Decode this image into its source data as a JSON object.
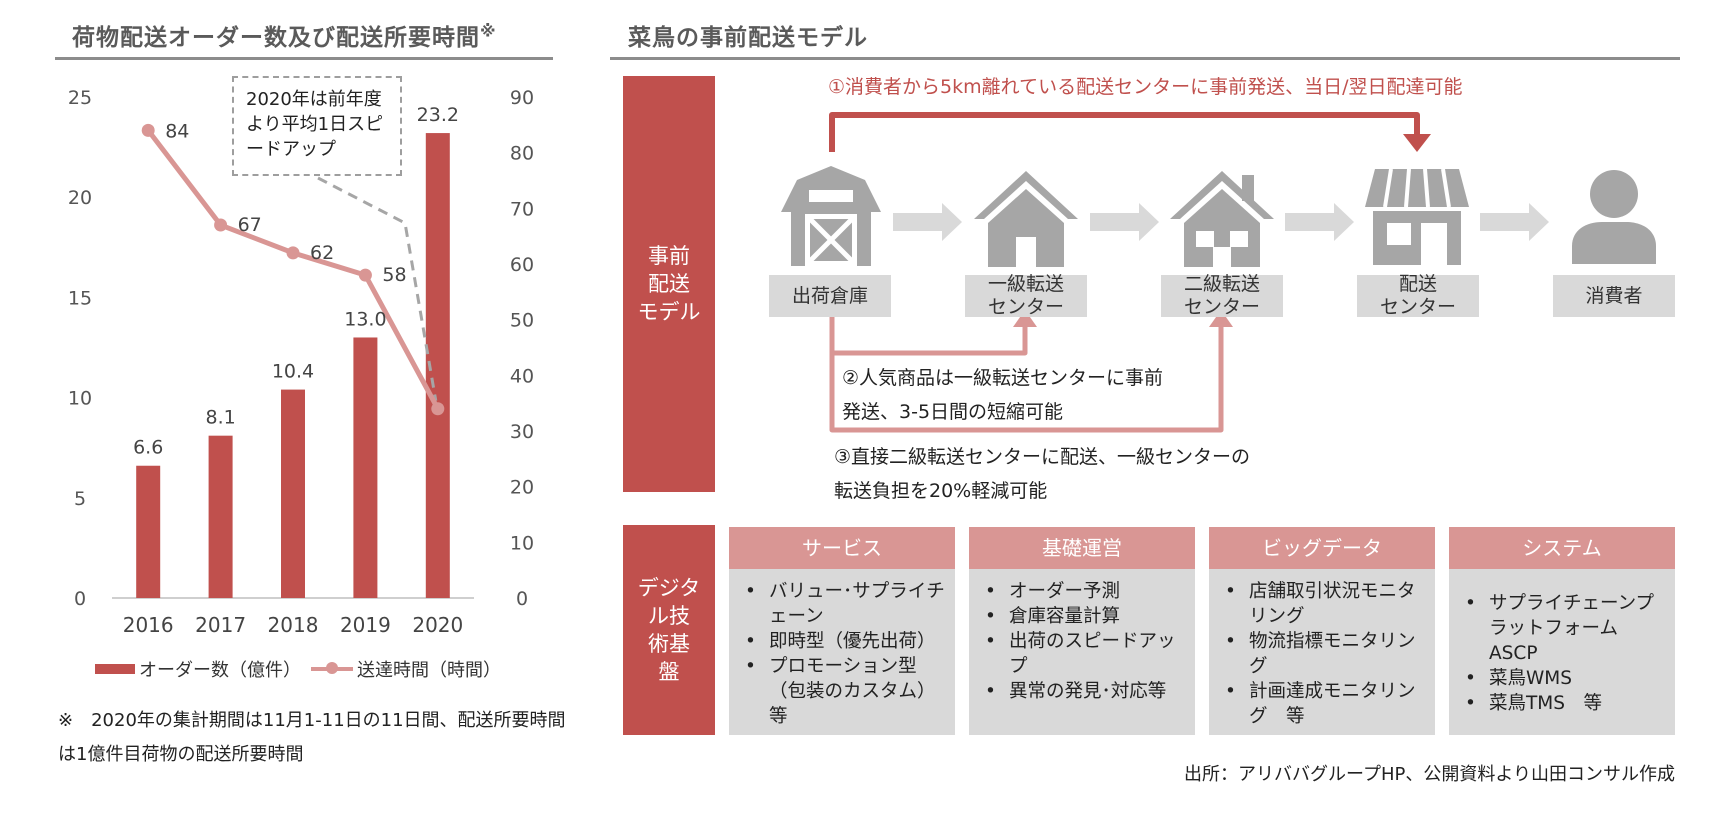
{
  "left_title": "荷物配送オーダー数及び配送所要時間",
  "left_title_mark": "※",
  "right_title": "菜鳥の事前配送モデル",
  "chart_data": {
    "type": "bar+line",
    "categories": [
      "2016",
      "2017",
      "2018",
      "2019",
      "2020"
    ],
    "series": [
      {
        "name": "オーダー数（億件）",
        "type": "bar",
        "axis": "left",
        "values": [
          6.6,
          8.1,
          10.4,
          13.0,
          23.2
        ],
        "labels": [
          "6.6",
          "8.1",
          "10.4",
          "13.0",
          "23.2"
        ],
        "color": "#c0504d"
      },
      {
        "name": "送達時間（時間）",
        "type": "line",
        "axis": "right",
        "values": [
          84,
          67,
          62,
          58,
          34
        ],
        "labels": [
          "84",
          "67",
          "62",
          "58",
          ""
        ],
        "color": "#d99694"
      }
    ],
    "y_left": {
      "range": [
        0,
        25
      ],
      "ticks": [
        "0",
        "5",
        "10",
        "15",
        "20",
        "25"
      ]
    },
    "y_right": {
      "range": [
        0,
        90
      ],
      "ticks": [
        "0",
        "10",
        "20",
        "30",
        "40",
        "50",
        "60",
        "70",
        "80",
        "90"
      ]
    },
    "grid": false,
    "legend": "bottom",
    "annotation": "2020年は前年度より平均1日スピードアップ"
  },
  "legend": {
    "bar": "オーダー数（億件）",
    "line": "送達時間（時間）"
  },
  "footnote": "※　2020年の集計期間は11月1-11日の11日間、配送所要時間は1億件目荷物の配送所要時間",
  "model": {
    "band_label": "事前\n配送\nモデル",
    "nodes": [
      {
        "icon": "barn-icon",
        "label": "出荷倉庫"
      },
      {
        "icon": "house-icon",
        "label": "一級転送\nセンター"
      },
      {
        "icon": "house-chimney-icon",
        "label": "二級転送\nセンター"
      },
      {
        "icon": "store-icon",
        "label": "配送\nセンター"
      },
      {
        "icon": "person-icon",
        "label": "消費者"
      }
    ],
    "step1": "①消費者から5km離れている配送センターに事前発送、当日/翌日配達可能",
    "step2_line1": "②人気商品は一級転送センターに事前",
    "step2_line2": "発送、3-5日間の短縮可能",
    "step3_line1": "③直接二級転送センターに配送、一級センターの",
    "step3_line2": "転送負担を20%軽減可能"
  },
  "tech": {
    "band_label": "デジタ\nル技\n術基\n盤",
    "columns": [
      {
        "title": "サービス",
        "items": [
          "バリュー･サプライチェーン",
          "即時型（優先出荷）",
          "プロモーション型（包装のカスタム）等"
        ]
      },
      {
        "title": "基礎運営",
        "items": [
          "オーダー予測",
          "倉庫容量計算",
          "出荷のスピードアップ",
          "異常の発見･対応等"
        ]
      },
      {
        "title": "ビッグデータ",
        "items": [
          "店舗取引状況モニタリング",
          "物流指標モニタリング",
          "計画達成モニタリング　等"
        ]
      },
      {
        "title": "システム",
        "items": [
          "サプライチェーンプラットフォームASCP",
          "菜鳥WMS",
          "菜鳥TMS　等"
        ]
      }
    ]
  },
  "source": "出所：アリババグループHP、公開資料より山田コンサル作成",
  "colors": {
    "accent": "#c0504d",
    "accent_light": "#d99694",
    "gray_box": "#d9d9d9",
    "icon_gray": "#a6a6a6",
    "arrow_gray": "#d9d9d9"
  }
}
